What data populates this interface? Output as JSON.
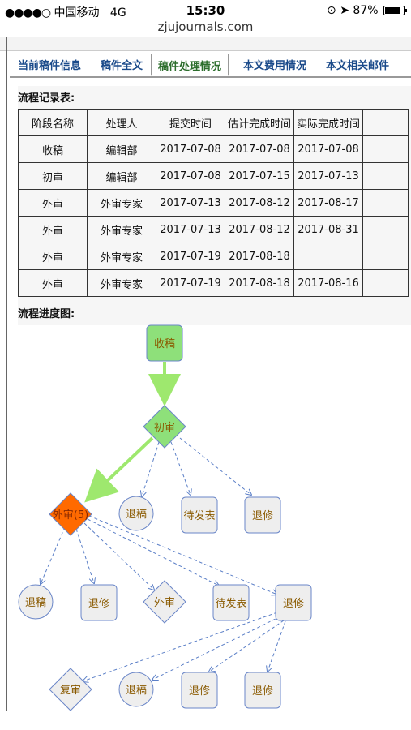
{
  "status": {
    "signal": "●●●●○",
    "carrier": "中国移动",
    "network": "4G",
    "time": "15:30",
    "battery": "87%"
  },
  "url": "zjujournals.com",
  "tabs": [
    {
      "label": "当前稿件信息"
    },
    {
      "label": "稿件全文"
    },
    {
      "label": "稿件处理情况",
      "active": true
    },
    {
      "label": "本文费用情况"
    },
    {
      "label": "本文相关邮件"
    }
  ],
  "record": {
    "title": "流程记录表:",
    "headers": [
      "阶段名称",
      "处理人",
      "提交时间",
      "估计完成时间",
      "实际完成时间"
    ],
    "rows": [
      [
        "收稿",
        "编辑部",
        "2017-07-08",
        "2017-07-08",
        "2017-07-08"
      ],
      [
        "初审",
        "编辑部",
        "2017-07-08",
        "2017-07-15",
        "2017-07-13"
      ],
      [
        "外审",
        "外审专家",
        "2017-07-13",
        "2017-08-12",
        "2017-08-17"
      ],
      [
        "外审",
        "外审专家",
        "2017-07-13",
        "2017-08-12",
        "2017-08-31"
      ],
      [
        "外审",
        "外审专家",
        "2017-07-19",
        "2017-08-18",
        ""
      ],
      [
        "外审",
        "外审专家",
        "2017-07-19",
        "2017-08-18",
        "2017-08-16"
      ]
    ]
  },
  "progress": {
    "title": "流程进度图:",
    "nodes": {
      "shougao": "收稿",
      "chushen": "初审",
      "tuigao1": "退稿",
      "daifabiao1": "待发表",
      "tuixiu1": "退修",
      "waishen_active": "外审(5)",
      "tuigao2": "退稿",
      "tuixiu2": "退修",
      "waishen2": "外审",
      "daifabiao2": "待发表",
      "tuixiu3": "退修",
      "fushen": "复审",
      "tuigao3": "退稿",
      "tuixiu4": "退修",
      "tuixiu5": "退修"
    }
  },
  "colors": {
    "done": "#8ee07a",
    "active": "#ff6a00",
    "pending": "#eeeeee",
    "border": "#6a86c8",
    "link": "#1a4a8a",
    "arrow": "#9ee86e"
  }
}
